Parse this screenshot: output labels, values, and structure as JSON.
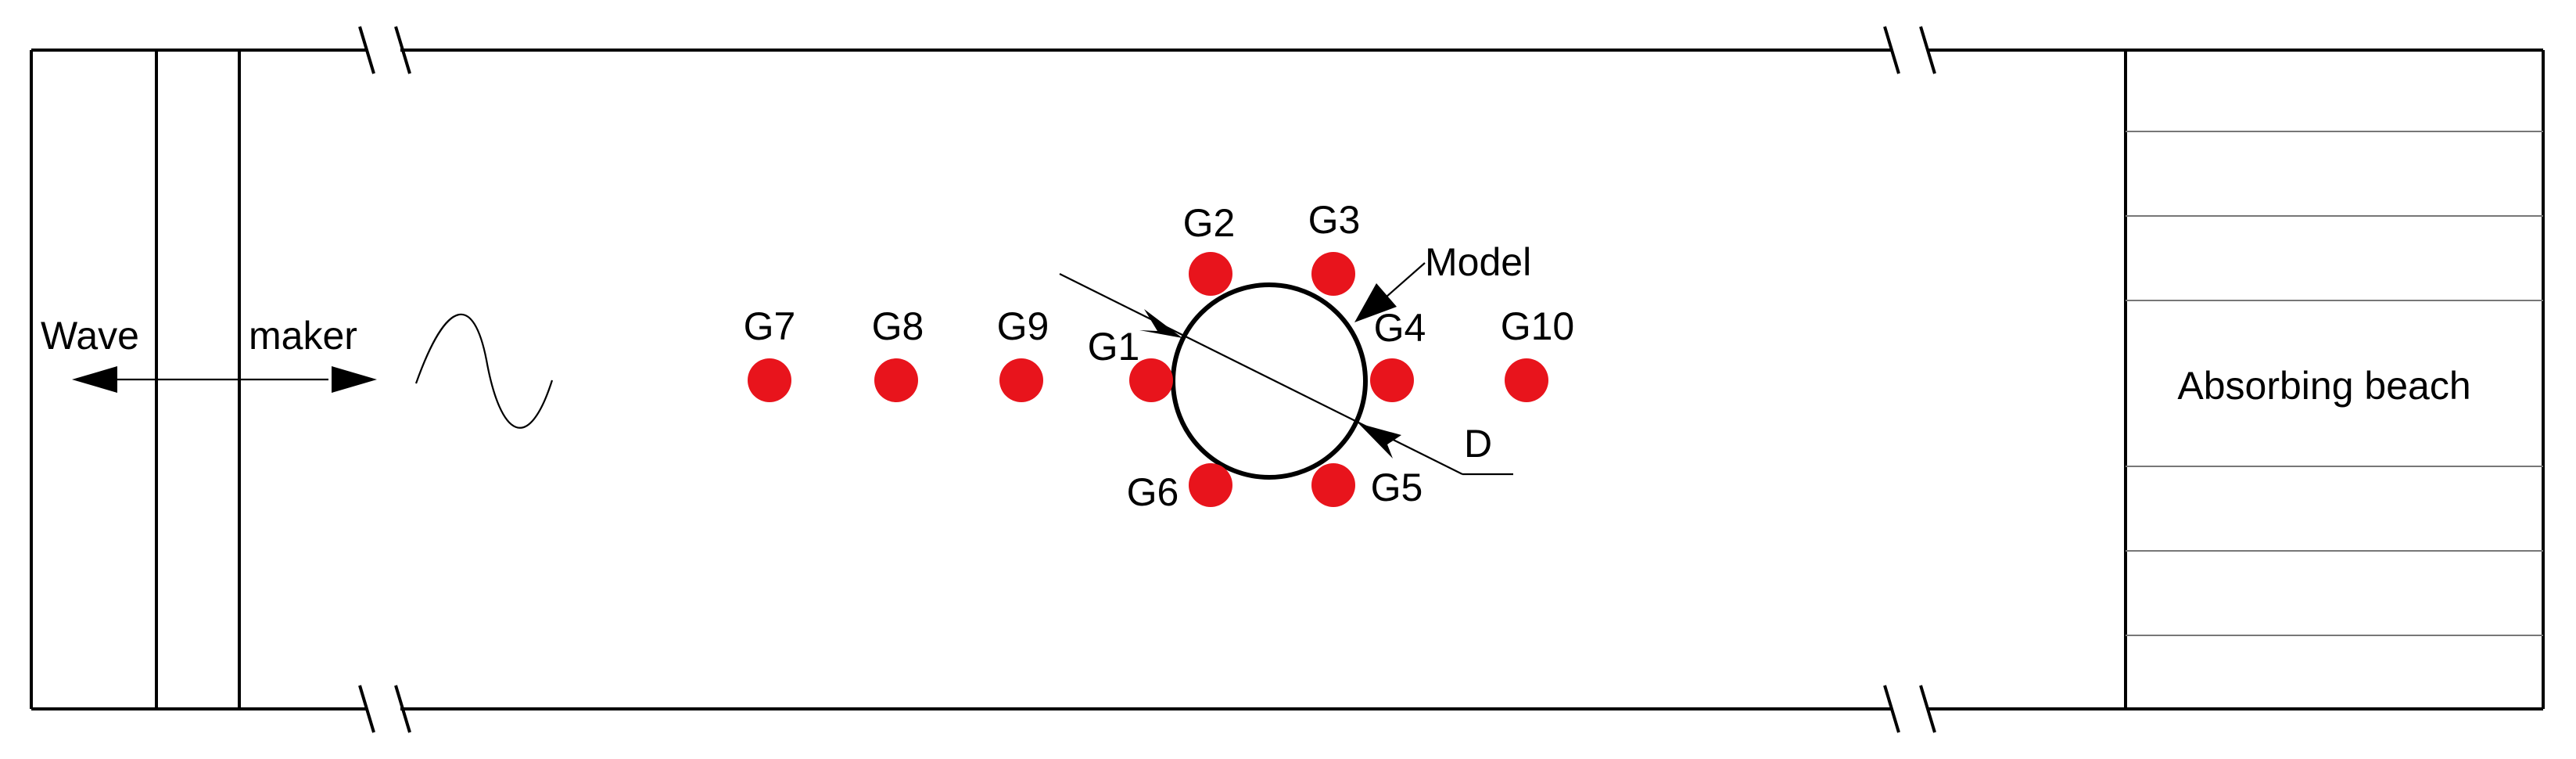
{
  "wavemaker": {
    "left_label": "Wave",
    "right_label": "maker"
  },
  "beach": {
    "label": "Absorbing beach"
  },
  "model": {
    "label": "Model",
    "diameter_label": "D"
  },
  "gauges": [
    {
      "id": "G1"
    },
    {
      "id": "G2"
    },
    {
      "id": "G3"
    },
    {
      "id": "G4"
    },
    {
      "id": "G5"
    },
    {
      "id": "G6"
    },
    {
      "id": "G7"
    },
    {
      "id": "G8"
    },
    {
      "id": "G9"
    },
    {
      "id": "G10"
    }
  ],
  "colors": {
    "gauge": "#e8141c",
    "line": "#000000",
    "beach_lines": "#777777"
  }
}
